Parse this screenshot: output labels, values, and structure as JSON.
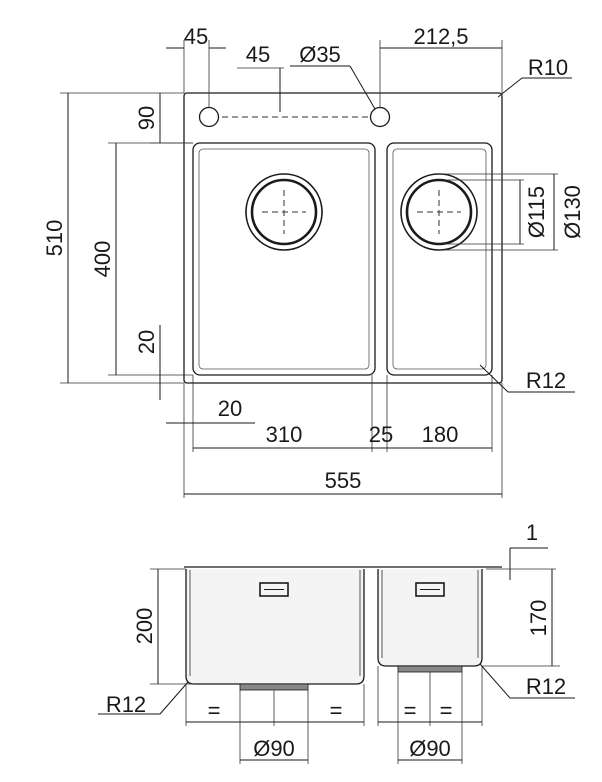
{
  "top_view": {
    "overall_width": "555",
    "overall_height": "510",
    "corner_radius": "R10",
    "bowl_corner_radius": "R12",
    "hole_offset_left": "45",
    "hole_spacing": "45",
    "hole_diameter": "Ø35",
    "hole_offset_right": "212,5",
    "hole_row_height": "90",
    "bowl_height": "400",
    "bottom_margin": "20",
    "left_margin": "20",
    "large_bowl_width": "310",
    "divider_width": "25",
    "small_bowl_width": "180",
    "drain_outer_diameter": "Ø130",
    "drain_inner_diameter": "Ø115"
  },
  "section_view": {
    "lip_height": "1",
    "large_bowl_depth": "200",
    "small_bowl_depth": "170",
    "left_radius": "R12",
    "right_radius": "R12",
    "equal_mark": "=",
    "large_drain_diameter": "Ø90",
    "small_drain_diameter": "Ø90"
  }
}
